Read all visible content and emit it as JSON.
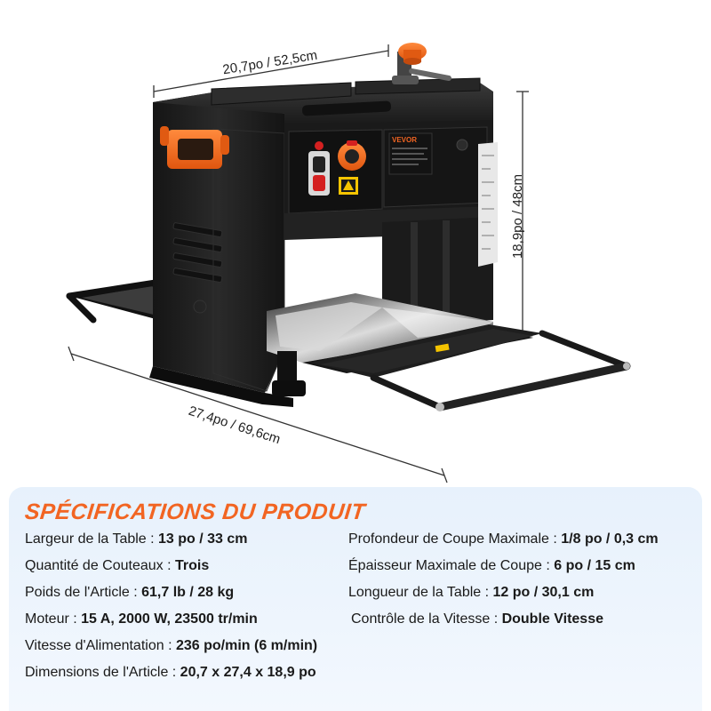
{
  "dimensions": {
    "width_label": "20,7po / 52,5cm",
    "height_label": "18,9po / 48cm",
    "depth_label": "27,4po / 69,6cm"
  },
  "machine": {
    "brand": "VEVOR"
  },
  "specs": {
    "title": "SPÉCIFICATIONS DU PRODUIT",
    "left": [
      {
        "label": "Largeur de la Table : ",
        "value": "13 po / 33 cm"
      },
      {
        "label": "Quantité de Couteaux : ",
        "value": "Trois"
      },
      {
        "label": "Poids de l'Article : ",
        "value": "61,7 lb / 28 kg"
      },
      {
        "label": "Moteur : ",
        "value": "15 A, 2000 W, 23500 tr/min"
      },
      {
        "label": "Vitesse d'Alimentation : ",
        "value": "236 po/min (6 m/min)"
      },
      {
        "label": "Dimensions de l'Article : ",
        "value": "20,7 x 27,4 x 18,9 po"
      }
    ],
    "right": [
      {
        "label": "Profondeur de Coupe Maximale : ",
        "value": "1/8 po / 0,3 cm"
      },
      {
        "label": "Épaisseur Maximale de Coupe : ",
        "value": "6 po / 15 cm"
      },
      {
        "label": "Longueur de la Table : ",
        "value": "12 po / 30,1 cm"
      },
      {
        "label": "Contrôle de la Vitesse : ",
        "value": "Double Vitesse"
      }
    ]
  },
  "colors": {
    "accent": "#f26522",
    "machine_body": "#1c1c1c",
    "panel_bg": "#eaf3fc"
  }
}
